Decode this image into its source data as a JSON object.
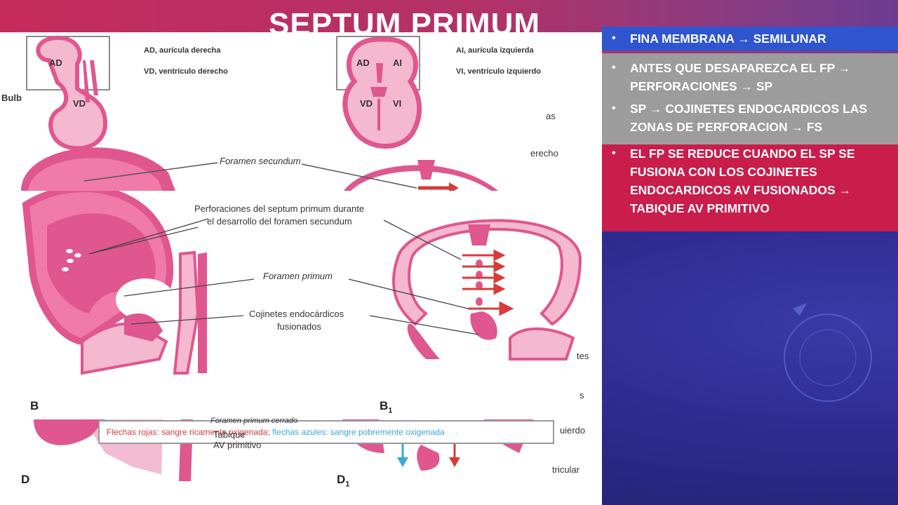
{
  "slide": {
    "title": "SEPTUM PRIMUM"
  },
  "colors": {
    "accent_blue": "#2f55cf",
    "accent_gray": "#9c9c9c",
    "accent_red": "#c91d4c",
    "tissue_pink": "#e0568f",
    "tissue_light": "#f4b8cf"
  },
  "bullets": {
    "blue": [
      "FINA MEMBRANA → SEMILUNAR"
    ],
    "gray": [
      "ANTES QUE DESAPAREZCA EL FP → PERFORACIONES → SP",
      "SP → COJINETES ENDOCARDICOS LAS ZONAS DE PERFORACION → FS"
    ],
    "red": [
      "EL FP SE REDUCE CUANDO EL SP SE FUSIONA CON LOS COJINETES ENDOCARDICOS AV FUSIONADOS → TABIQUE AV PRIMITIVO"
    ]
  },
  "figure": {
    "top_left_legend": [
      "AD, aurícula derecha",
      "VD, ventrículo derecho"
    ],
    "top_right_legend": [
      "AI, aurícula izquierda",
      "VI, ventrículo izquierdo"
    ],
    "chamber_ad": "AD",
    "chamber_vd": "VD",
    "chamber_ad2": "AD",
    "chamber_ai": "AI",
    "chamber_vd2": "VD",
    "chamber_vi": "VI",
    "bulb_label": "Bulb",
    "foramen_secundum": "Foramen secundum",
    "perforaciones_line1": "Perforaciones del septum primum durante",
    "perforaciones_line2": "el desarrollo del foramen secundum",
    "foramen_primum": "Foramen primum",
    "cojinetes_line1": "Cojinetes endocárdicos",
    "cojinetes_line2": "fusionados",
    "letter_b": "B",
    "letter_b1": "B",
    "letter_b1_sub": "1",
    "letter_d": "D",
    "letter_d1": "D",
    "letter_d1_sub": "1",
    "legend_red": "Flechas rojas: sangre ricamente oxigenada;",
    "legend_blue": "flechas azules: sangre pobremente oxigenada",
    "foramen_primum_cerrado": "Foramen primum cerrado",
    "tabique_line1": "Tabique",
    "tabique_line2": "AV primitivo",
    "right_edge_fragments": [
      "as",
      "erecho",
      "tes",
      "s",
      "uierdo",
      "tricular"
    ]
  }
}
